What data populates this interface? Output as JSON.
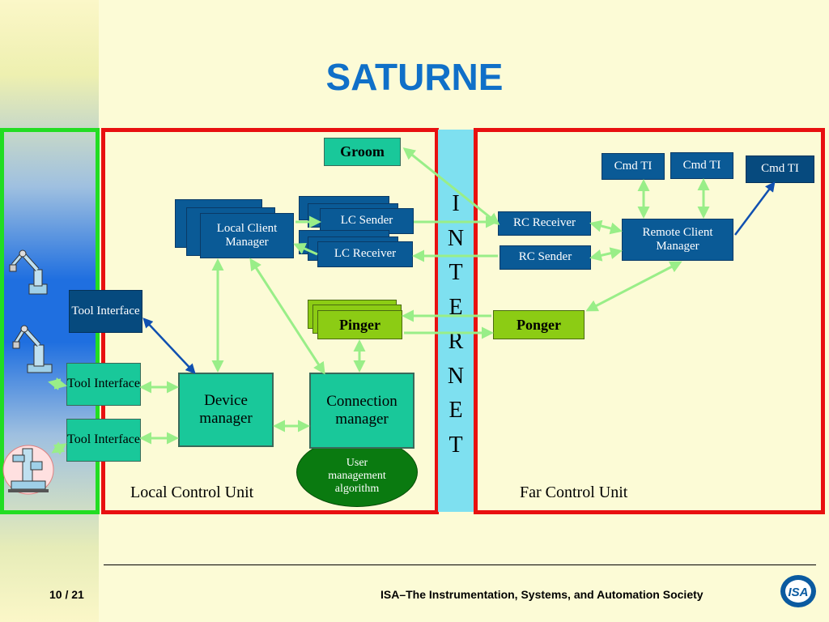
{
  "title": "SATURNE",
  "colors": {
    "title": "#1070c8",
    "local_frame": "#e81010",
    "far_frame": "#e81010",
    "robot_frame": "#22dd22",
    "internet": "#7ee0f0",
    "arrow_green": "#99ee88",
    "arrow_blue": "#1050b0"
  },
  "internet_letters": [
    "I",
    "N",
    "T",
    "E",
    "R",
    "N",
    "E",
    "T"
  ],
  "local": {
    "label": "Local Control Unit",
    "groom": "Groom",
    "local_client_manager": "Local Client Manager",
    "lc_sender": "LC Sender",
    "lc_receiver": "LC Receiver",
    "pinger": "Pinger",
    "device_manager": "Device manager",
    "connection_manager": "Connection manager",
    "user_management": "User management algorithm",
    "tool_interfaces": [
      "Tool Interface",
      "Tool Interface",
      "Tool Interface"
    ]
  },
  "far": {
    "label": "Far Control Unit",
    "rc_receiver": "RC Receiver",
    "rc_sender": "RC Sender",
    "remote_client_manager": "Remote Client Manager",
    "ponger": "Ponger",
    "cmd_ti": [
      "Cmd TI",
      "Cmd TI",
      "Cmd TI"
    ]
  },
  "robots_icons": [
    "robot-arm-icon",
    "robot-arm-icon",
    "machine-icon"
  ],
  "footer": {
    "page": "10 / 21",
    "society": "ISA–The Instrumentation, Systems, and Automation Society",
    "logo_text": "ISA"
  }
}
